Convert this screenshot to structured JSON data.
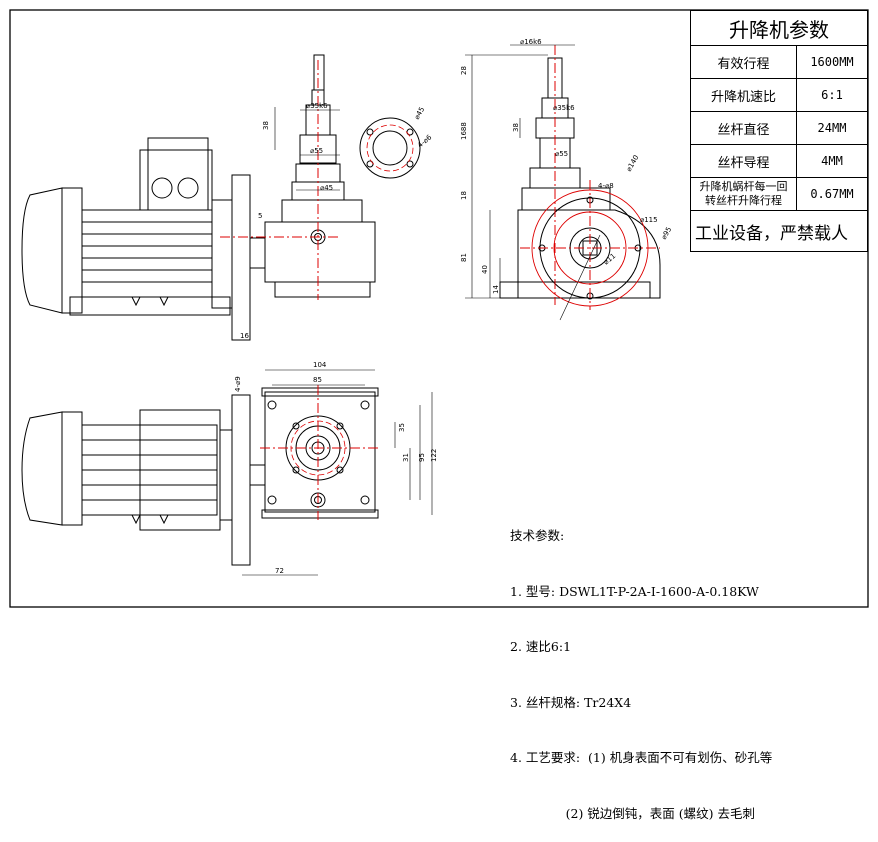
{
  "table": {
    "title": "升降机参数",
    "rows": [
      {
        "label": "有效行程",
        "value": "1600MM"
      },
      {
        "label": "升降机速比",
        "value": "6:1"
      },
      {
        "label": "丝杆直径",
        "value": "24MM"
      },
      {
        "label": "丝杆导程",
        "value": "4MM"
      },
      {
        "label": "升降机蜗杆每一回\n转丝杆升降行程",
        "value": "0.67MM"
      }
    ],
    "note": "工业设备，严禁载人"
  },
  "tech": {
    "heading": "技术参数:",
    "lines": [
      "1. 型号: DSWL1T-P-2A-I-1600-A-0.18KW",
      "2. 速比6:1",
      "3. 丝杆规格: Tr24X4",
      "4. 工艺要求:  (1) 机身表面不可有划伤、砂孔等",
      "              (2) 锐边倒钝，表面 (螺纹) 去毛刺"
    ]
  },
  "dims": {
    "d35k6_a": "⌀35k6",
    "d55_a": "⌀55",
    "d45_a": "⌀45",
    "h38_a": "38",
    "h5": "5",
    "h16": "16",
    "flange_d45": "⌀45",
    "flange_holes": "4-⌀6",
    "d16k6": "⌀16k6",
    "h28": "28",
    "h1688": "1688",
    "d35k6_b": "⌀35k6",
    "h38_b": "38",
    "d55_b": "⌀55",
    "h18": "18",
    "h81": "81",
    "h40": "40",
    "h14": "14",
    "d140": "⌀140",
    "d95": "⌀95",
    "d115": "⌀115",
    "d11": "⌀11",
    "holes4": "4-⌀8",
    "w104": "104",
    "w85": "85",
    "h9": "4-⌀9",
    "h35": "35",
    "h31": "31",
    "h95": "95",
    "h122": "122",
    "w72": "72"
  }
}
